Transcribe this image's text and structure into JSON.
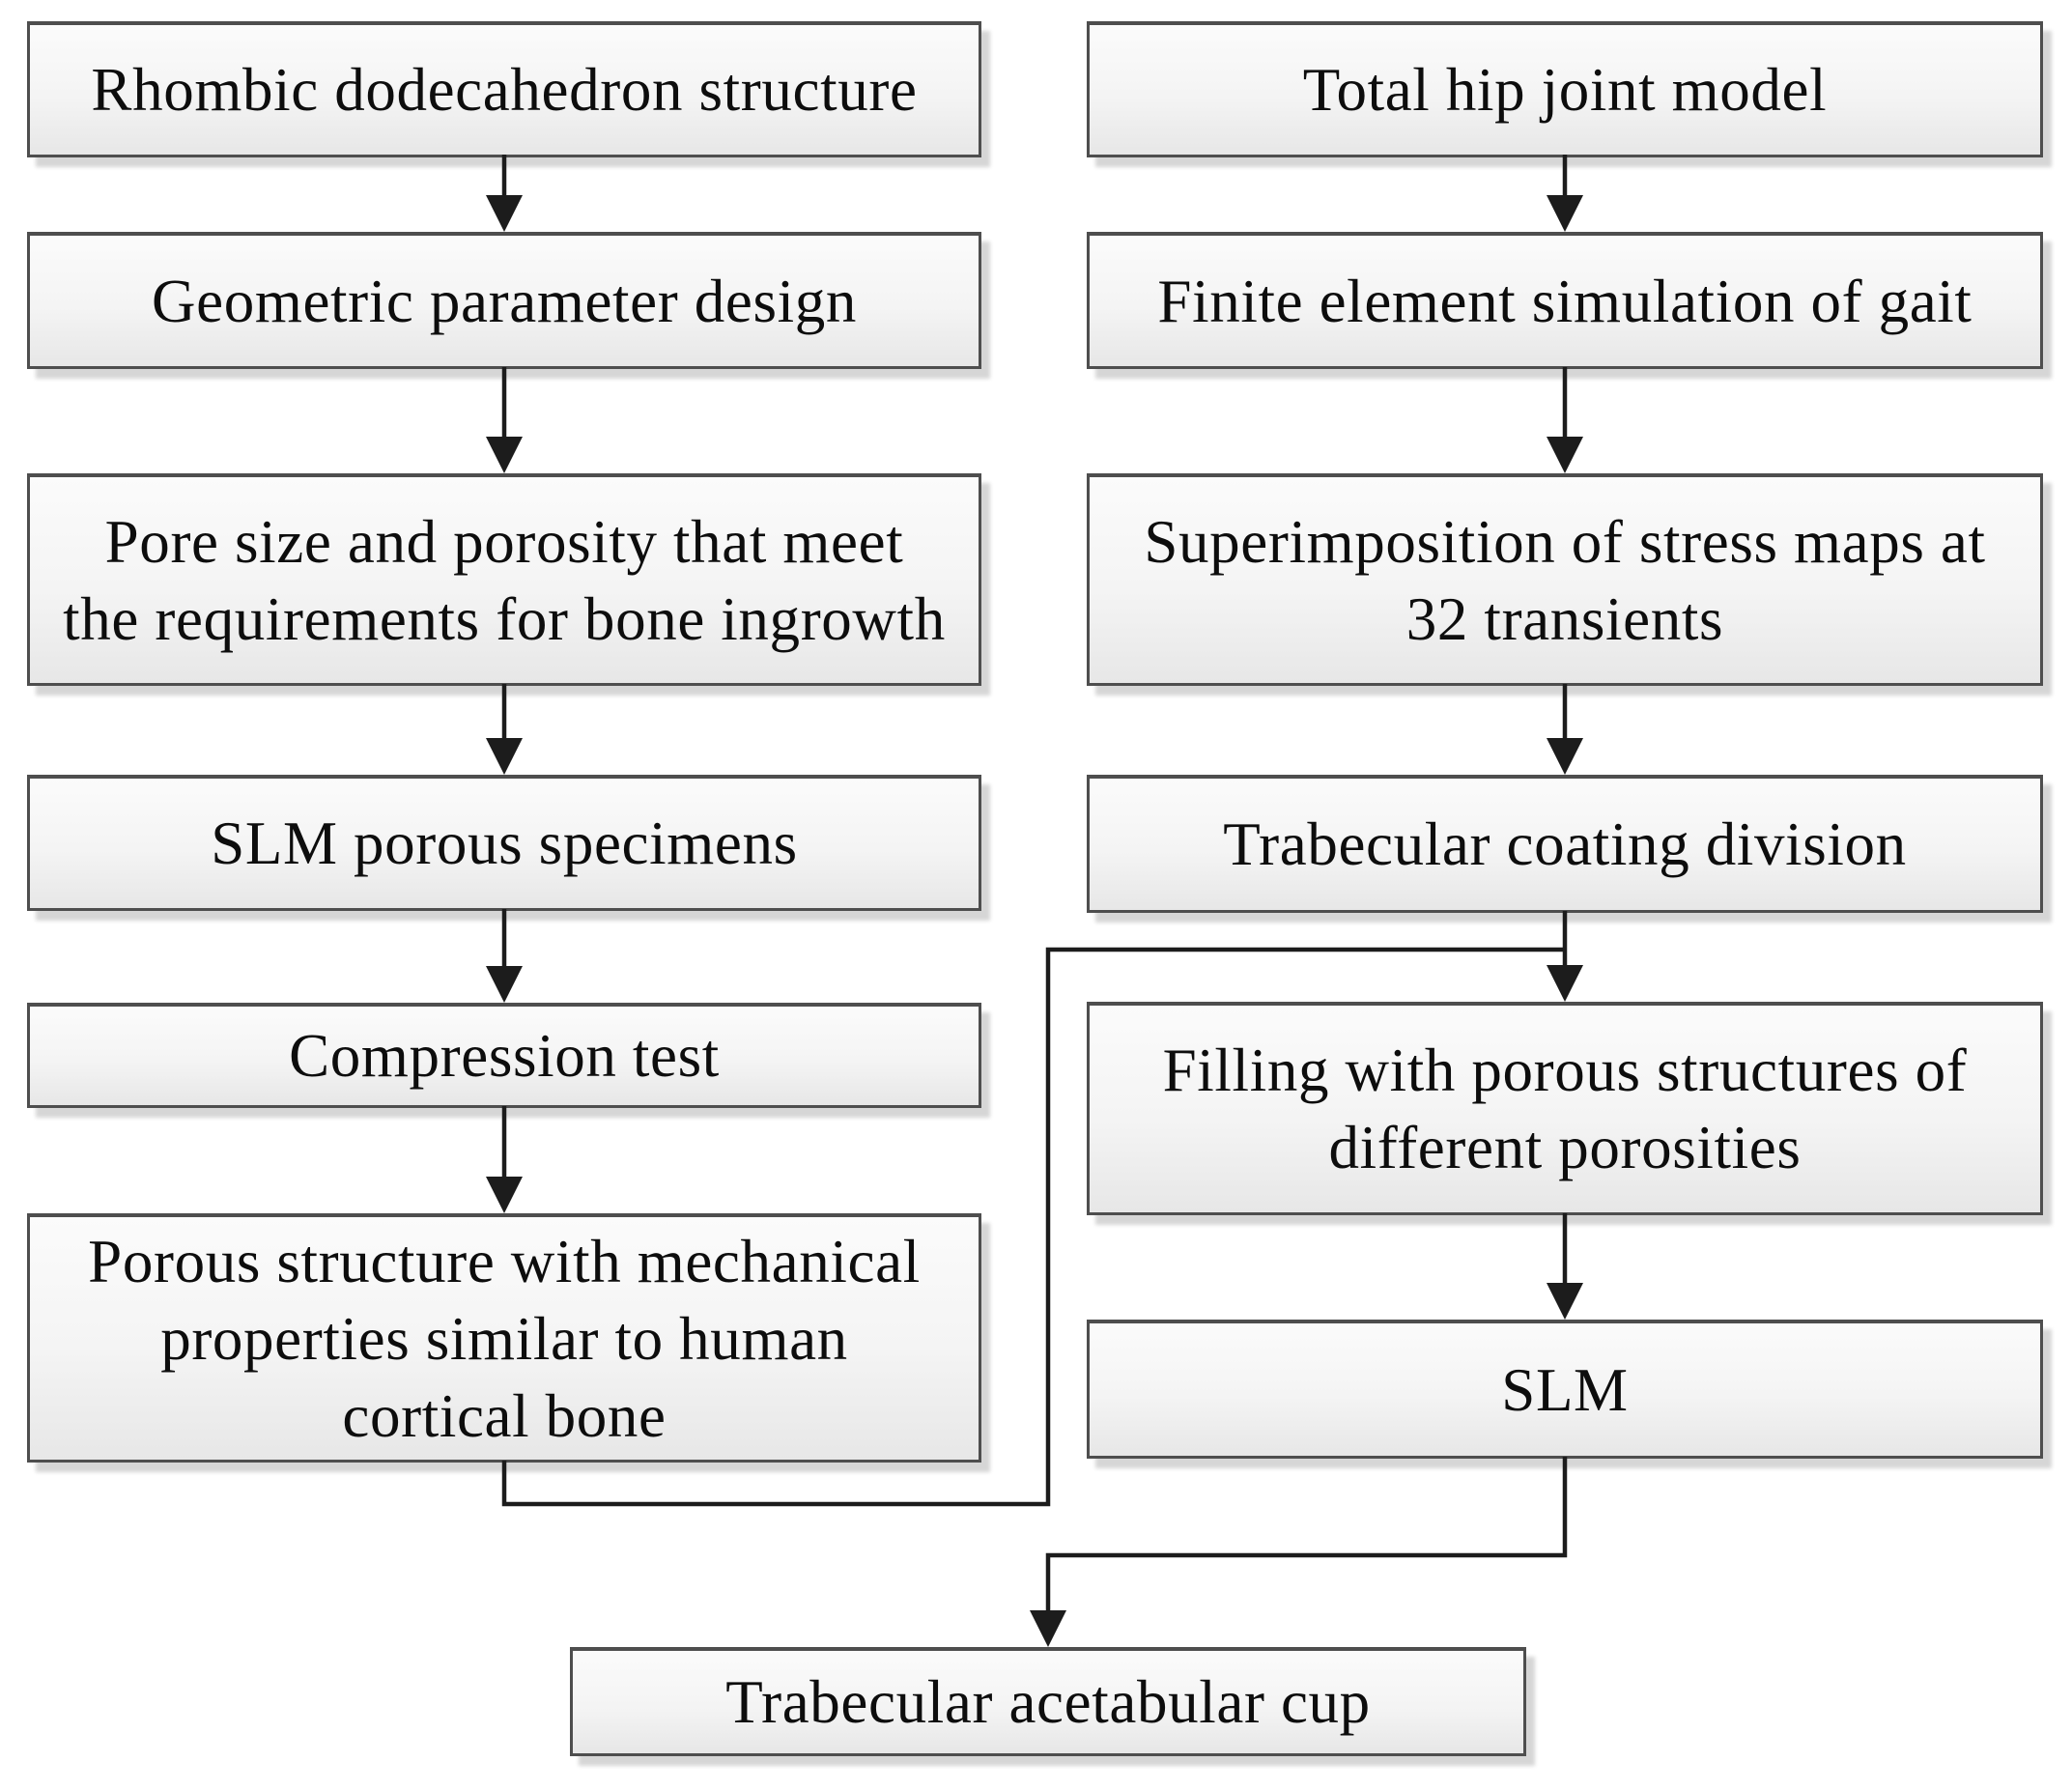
{
  "diagram": {
    "left_column": [
      "Rhombic dodecahedron structure",
      "Geometric parameter design",
      "Pore size and porosity that meet\nthe requirements for bone ingrowth",
      "SLM porous specimens",
      "Compression test",
      "Porous structure with mechanical\nproperties similar to human\ncortical bone"
    ],
    "right_column": [
      "Total hip joint model",
      "Finite element simulation of gait",
      "Superimposition of stress maps at\n32 transients",
      "Trabecular coating division",
      "Filling with porous structures of\ndifferent porosities",
      "SLM"
    ],
    "final_node": "Trabecular acetabular cup",
    "edges": [
      {
        "from": "rhombic-dodecahedron-structure",
        "to": "geometric-parameter-design"
      },
      {
        "from": "geometric-parameter-design",
        "to": "pore-size-and-porosity"
      },
      {
        "from": "pore-size-and-porosity",
        "to": "slm-porous-specimens"
      },
      {
        "from": "slm-porous-specimens",
        "to": "compression-test"
      },
      {
        "from": "compression-test",
        "to": "porous-structure-mechanical-properties"
      },
      {
        "from": "total-hip-joint-model",
        "to": "finite-element-simulation-of-gait"
      },
      {
        "from": "finite-element-simulation-of-gait",
        "to": "superimposition-of-stress-maps"
      },
      {
        "from": "superimposition-of-stress-maps",
        "to": "trabecular-coating-division"
      },
      {
        "from": "trabecular-coating-division",
        "to": "filling-with-porous-structures"
      },
      {
        "from": "porous-structure-mechanical-properties",
        "to": "filling-with-porous-structures"
      },
      {
        "from": "filling-with-porous-structures",
        "to": "slm"
      },
      {
        "from": "slm",
        "to": "trabecular-acetabular-cup"
      }
    ]
  },
  "theme": {
    "border_color": "#4e4e4e",
    "arrow_color": "#1c1c1c",
    "fill_top": "#fbfbfb",
    "fill_bottom": "#e7e7e7",
    "shadow_color": "#d6d6d6",
    "text_color": "#0d0d0d",
    "page_bg": "#ffffff"
  }
}
